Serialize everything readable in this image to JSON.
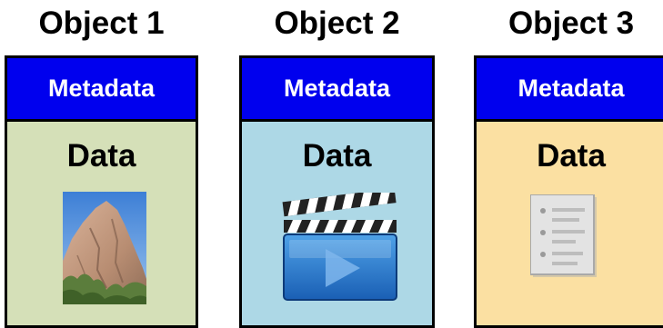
{
  "colors": {
    "metadata_band": "#0000ee",
    "object_1_background": "#d5e0b8",
    "object_2_background": "#add8e6",
    "object_3_background": "#fbe0a2",
    "border": "#000000"
  },
  "objects": [
    {
      "title": "Object 1",
      "metadata_label": "Metadata",
      "data_label": "Data",
      "icon": "photo-icon"
    },
    {
      "title": "Object 2",
      "metadata_label": "Metadata",
      "data_label": "Data",
      "icon": "video-clapperboard-icon"
    },
    {
      "title": "Object 3",
      "metadata_label": "Metadata",
      "data_label": "Data",
      "icon": "document-icon"
    }
  ]
}
